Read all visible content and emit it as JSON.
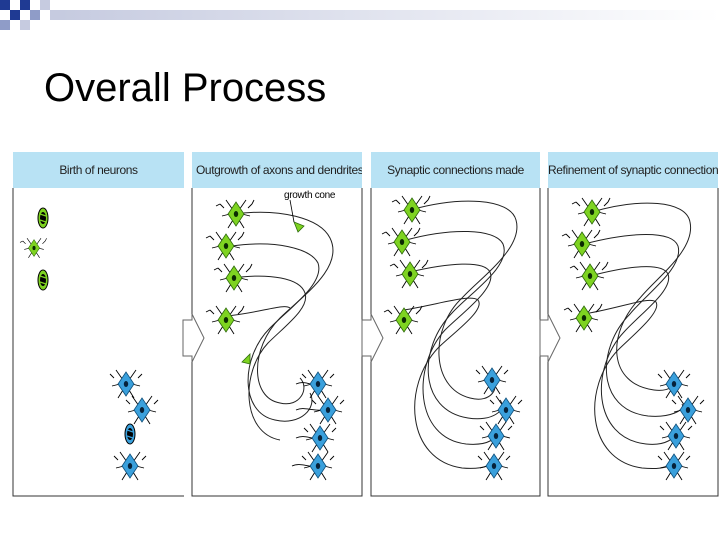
{
  "slide": {
    "title": "Overall Process"
  },
  "figure": {
    "panels": [
      {
        "header": "Birth of neurons"
      },
      {
        "header": "Outgrowth of axons and dendrites",
        "annotation": "growth cone"
      },
      {
        "header": "Synaptic connections made"
      },
      {
        "header": "Refinement of synaptic connections"
      }
    ]
  },
  "colors": {
    "header_fill": "#b8e2f4",
    "green_neuron": "#7ed321",
    "blue_neuron": "#3aa0dc",
    "decor_square": "#1f3a93"
  }
}
